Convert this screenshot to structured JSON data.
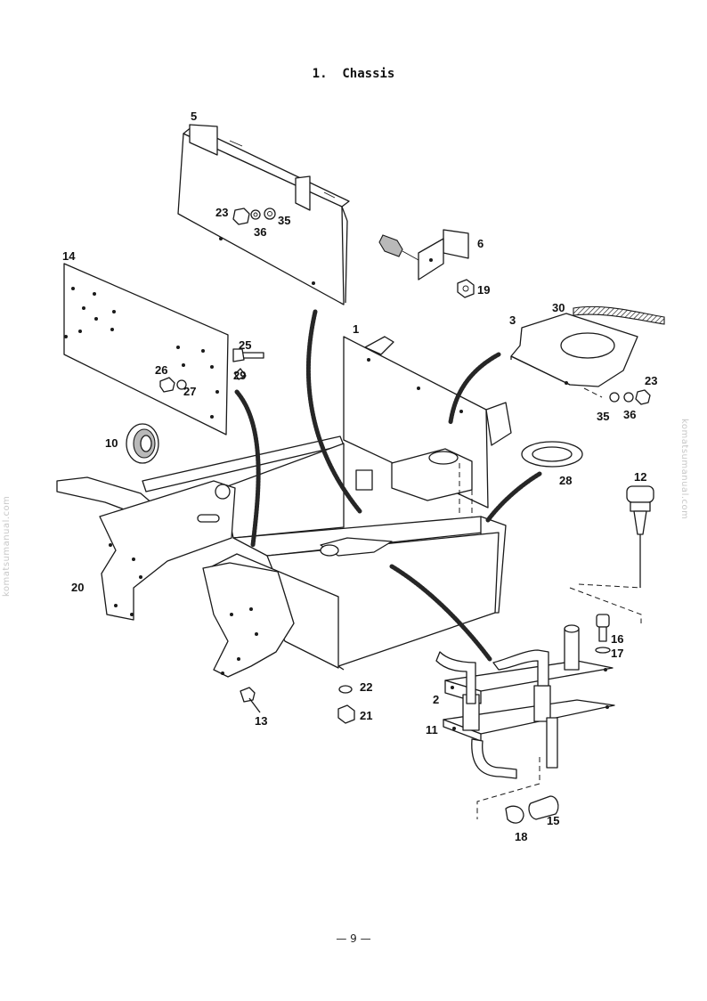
{
  "page": {
    "title": "1.  Chassis",
    "page_number": "— 9 —",
    "watermark": "komatsumanual.com"
  },
  "diagram": {
    "callouts": [
      {
        "id": "c5",
        "label": "5"
      },
      {
        "id": "c23a",
        "label": "23"
      },
      {
        "id": "c36a",
        "label": "36"
      },
      {
        "id": "c35a",
        "label": "35"
      },
      {
        "id": "c6",
        "label": "6"
      },
      {
        "id": "c19",
        "label": "19"
      },
      {
        "id": "c14",
        "label": "14"
      },
      {
        "id": "c30",
        "label": "30"
      },
      {
        "id": "c3",
        "label": "3"
      },
      {
        "id": "c1",
        "label": "1"
      },
      {
        "id": "c25",
        "label": "25"
      },
      {
        "id": "c26",
        "label": "26"
      },
      {
        "id": "c27",
        "label": "27"
      },
      {
        "id": "c29",
        "label": "29"
      },
      {
        "id": "c23b",
        "label": "23"
      },
      {
        "id": "c35b",
        "label": "35"
      },
      {
        "id": "c36b",
        "label": "36"
      },
      {
        "id": "c10",
        "label": "10"
      },
      {
        "id": "c28",
        "label": "28"
      },
      {
        "id": "c12",
        "label": "12"
      },
      {
        "id": "c20",
        "label": "20"
      },
      {
        "id": "c16",
        "label": "16"
      },
      {
        "id": "c17",
        "label": "17"
      },
      {
        "id": "c22",
        "label": "22"
      },
      {
        "id": "c21",
        "label": "21"
      },
      {
        "id": "c2",
        "label": "2"
      },
      {
        "id": "c13",
        "label": "13"
      },
      {
        "id": "c11",
        "label": "11"
      },
      {
        "id": "c15",
        "label": "15"
      },
      {
        "id": "c18",
        "label": "18"
      }
    ]
  }
}
